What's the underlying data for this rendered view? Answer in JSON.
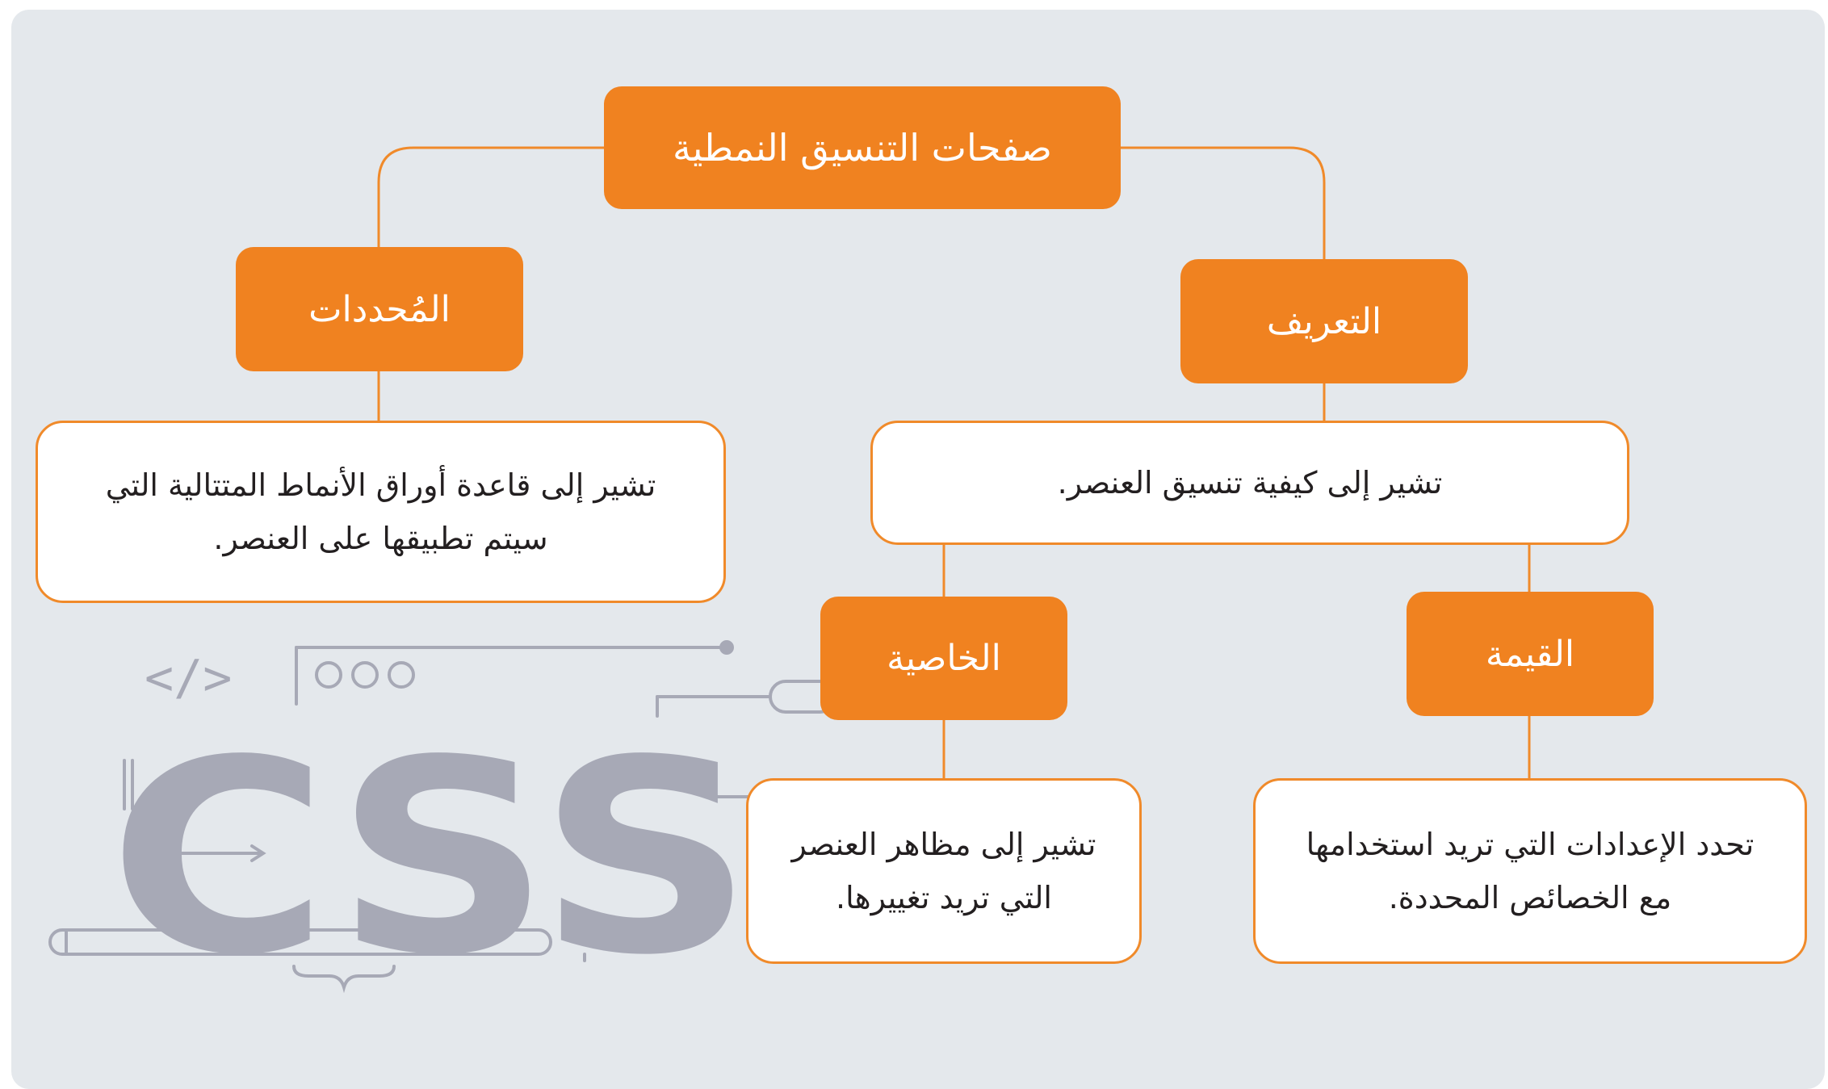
{
  "diagram": {
    "root": {
      "label": "صفحات التنسيق النمطية"
    },
    "selectors": {
      "label": "المُحددات",
      "description": "تشير إلى قاعدة أوراق الأنماط المتتالية التي سيتم تطبيقها على العنصر."
    },
    "declaration": {
      "label": "التعريف",
      "description": "تشير إلى كيفية تنسيق العنصر."
    },
    "property": {
      "label": "الخاصية",
      "description": "تشير إلى مظاهر العنصر التي تريد تغييرها."
    },
    "value": {
      "label": "القيمة",
      "description": "تحدد الإعدادات التي تريد استخدامها مع الخصائص المحددة."
    }
  },
  "decoration": {
    "css_logo_text": "CSS",
    "code_tag": "</>",
    "icon": "css-code-illustration",
    "colors": {
      "accent": "#f08220",
      "panel_background": "#e4e8ec",
      "logo_gray": "#a7a9b6"
    }
  }
}
